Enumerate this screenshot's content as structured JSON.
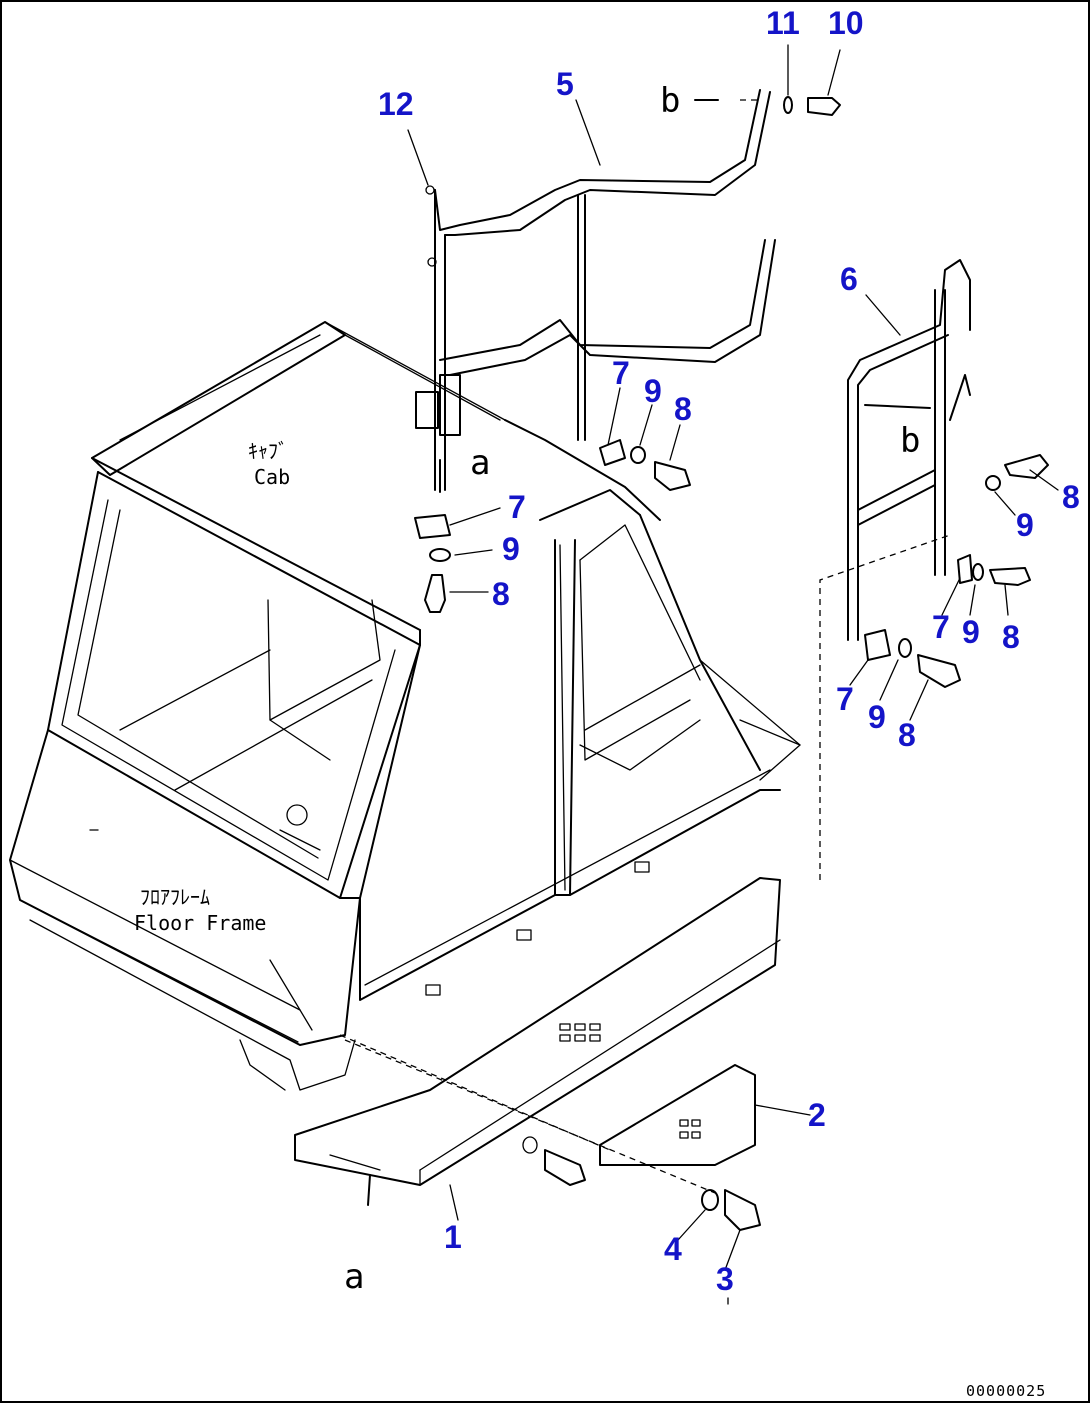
{
  "callouts": {
    "p1": "1",
    "p2": "2",
    "p3": "3",
    "p4": "4",
    "p5": "5",
    "p6": "6",
    "p7a": "7",
    "p7b": "7",
    "p7c": "7",
    "p7d": "7",
    "p8a": "8",
    "p8b": "8",
    "p8c": "8",
    "p8d": "8",
    "p8e": "8",
    "p9a": "9",
    "p9b": "9",
    "p9c": "9",
    "p9d": "9",
    "p9e": "9",
    "p10": "10",
    "p11": "11",
    "p12": "12"
  },
  "view_marks": {
    "a_top": "a",
    "a_bottom": "a",
    "b_top": "b",
    "b_right": "b"
  },
  "notes": {
    "cab_jp": "ｷｬﾌﾞ",
    "cab_en": "Cab",
    "floor_jp": "ﾌﾛｱﾌﾚｰﾑ",
    "floor_en": "Floor Frame"
  },
  "figure_code": "00000025",
  "colors": {
    "callout": "#1414c8",
    "line": "#000000",
    "background": "#ffffff"
  }
}
